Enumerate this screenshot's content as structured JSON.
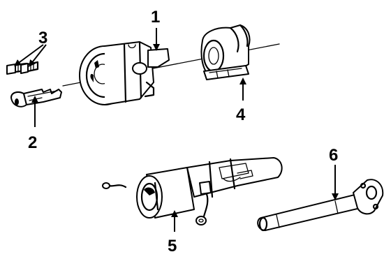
{
  "diagram": {
    "callouts": [
      {
        "id": "1",
        "text": "1"
      },
      {
        "id": "2",
        "text": "2"
      },
      {
        "id": "3",
        "text": "3"
      },
      {
        "id": "4",
        "text": "4"
      },
      {
        "id": "5",
        "text": "5"
      },
      {
        "id": "6",
        "text": "6"
      }
    ],
    "colors": {
      "ink": "#000000",
      "paper": "#ffffff"
    }
  }
}
